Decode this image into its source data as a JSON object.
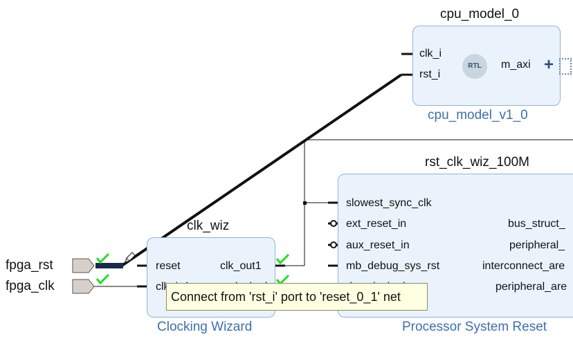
{
  "ports": {
    "fpga_rst": "fpga_rst",
    "fpga_clk": "fpga_clk"
  },
  "cpu_model": {
    "title": "cpu_model_0",
    "subtitle": "cpu_model_v1_0",
    "pins_left": [
      "clk_i",
      "rst_i"
    ],
    "pin_right": "m_axi",
    "badge": "RTL"
  },
  "clk_wiz": {
    "title": "clk_wiz",
    "subtitle": "Clocking Wizard",
    "pin_reset": "reset",
    "pin_clk_in": "clk_in1",
    "pin_clk_out": "clk_out1",
    "pin_locked": "locked"
  },
  "rst_block": {
    "title": "rst_clk_wiz_100M",
    "subtitle": "Processor System Reset",
    "pins_left": [
      "slowest_sync_clk",
      "ext_reset_in",
      "aux_reset_in",
      "mb_debug_sys_rst",
      "dcm_locked"
    ],
    "pins_right": [
      "bus_struct_",
      "peripheral_",
      "interconnect_are",
      "peripheral_are"
    ]
  },
  "tooltip": "Connect from 'rst_i' port to 'reset_0_1' net",
  "colors": {
    "block_fill": "#eaf3fc",
    "block_border": "#8fb3d8",
    "subtitle": "#3e6eb0",
    "check": "#22dd22",
    "tooltip_bg": "#ffffe1"
  }
}
